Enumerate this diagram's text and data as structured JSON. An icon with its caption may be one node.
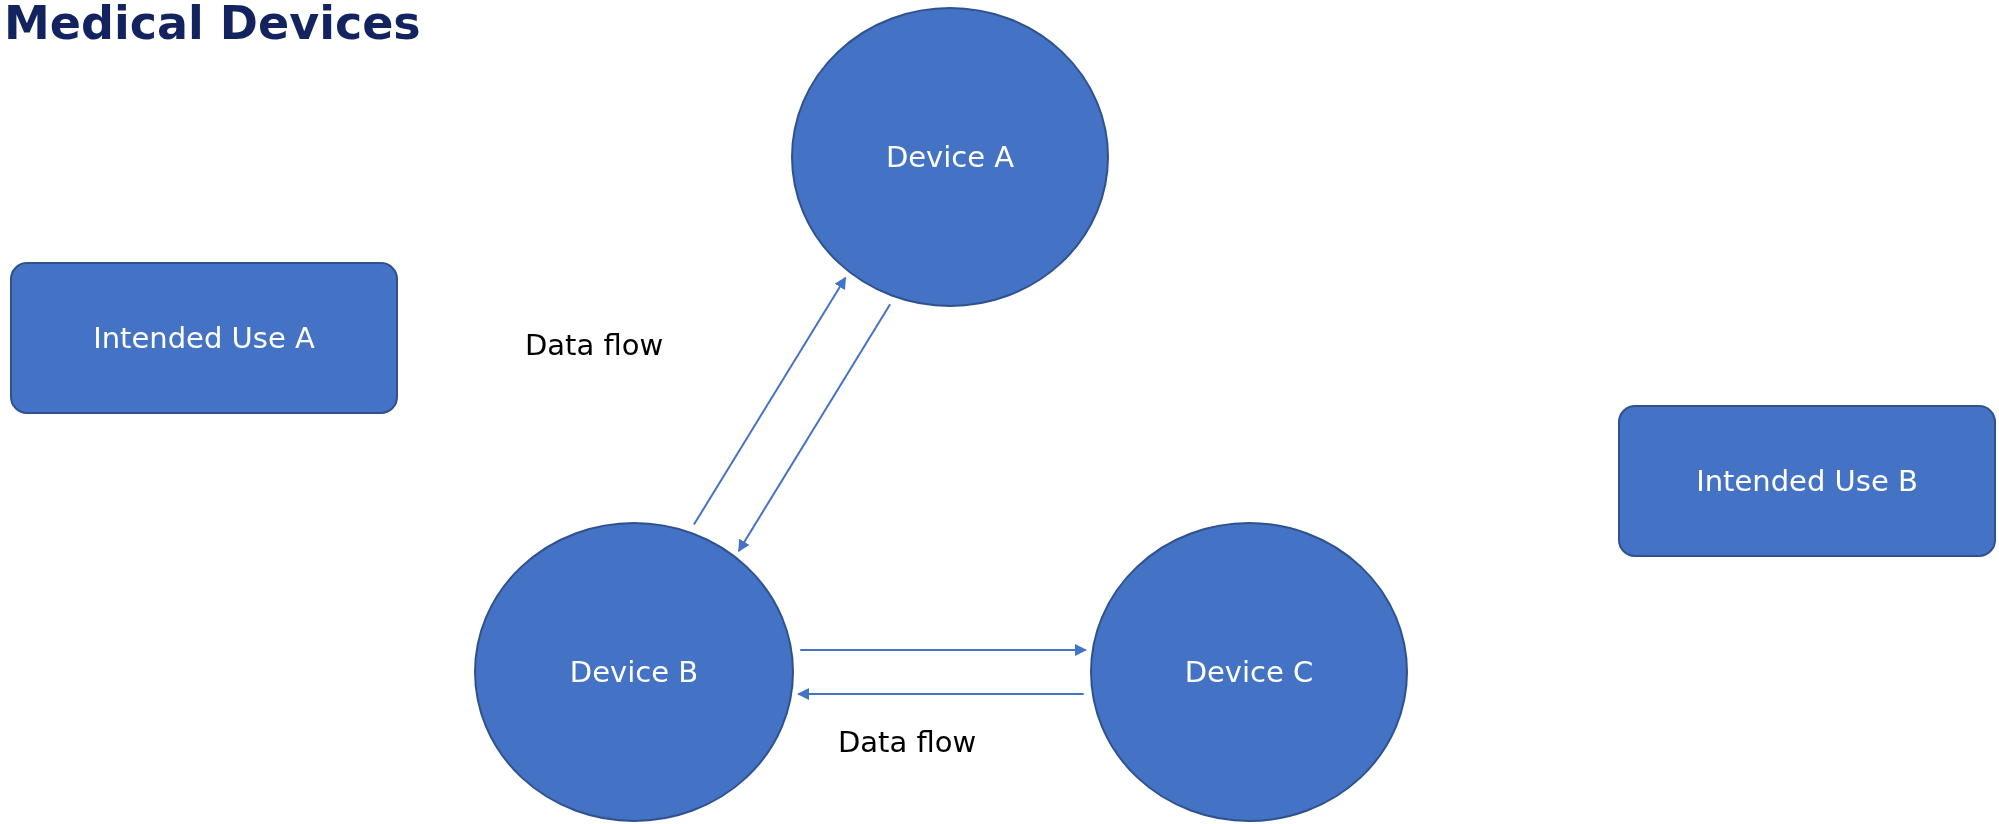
{
  "diagram": {
    "title": "Medical Devices",
    "nodes": [
      {
        "text": [
          "Device A"
        ]
      },
      {
        "text": [
          "Intended Use A"
        ]
      },
      {
        "text": [
          "Intended Use B"
        ]
      },
      {
        "text": [
          "Device B"
        ]
      },
      {
        "text": [
          "Device C"
        ]
      }
    ],
    "edges": [
      {
        "from": 0,
        "to": 3,
        "arrow": "to"
      },
      {
        "from": 3,
        "to": 0,
        "arrow": "to"
      },
      {
        "from": 3,
        "to": 4,
        "arrow": "to"
      },
      {
        "from": 4,
        "to": 3,
        "arrow": "to"
      }
    ],
    "labels": [
      "Data flow",
      "Data flow"
    ]
  }
}
